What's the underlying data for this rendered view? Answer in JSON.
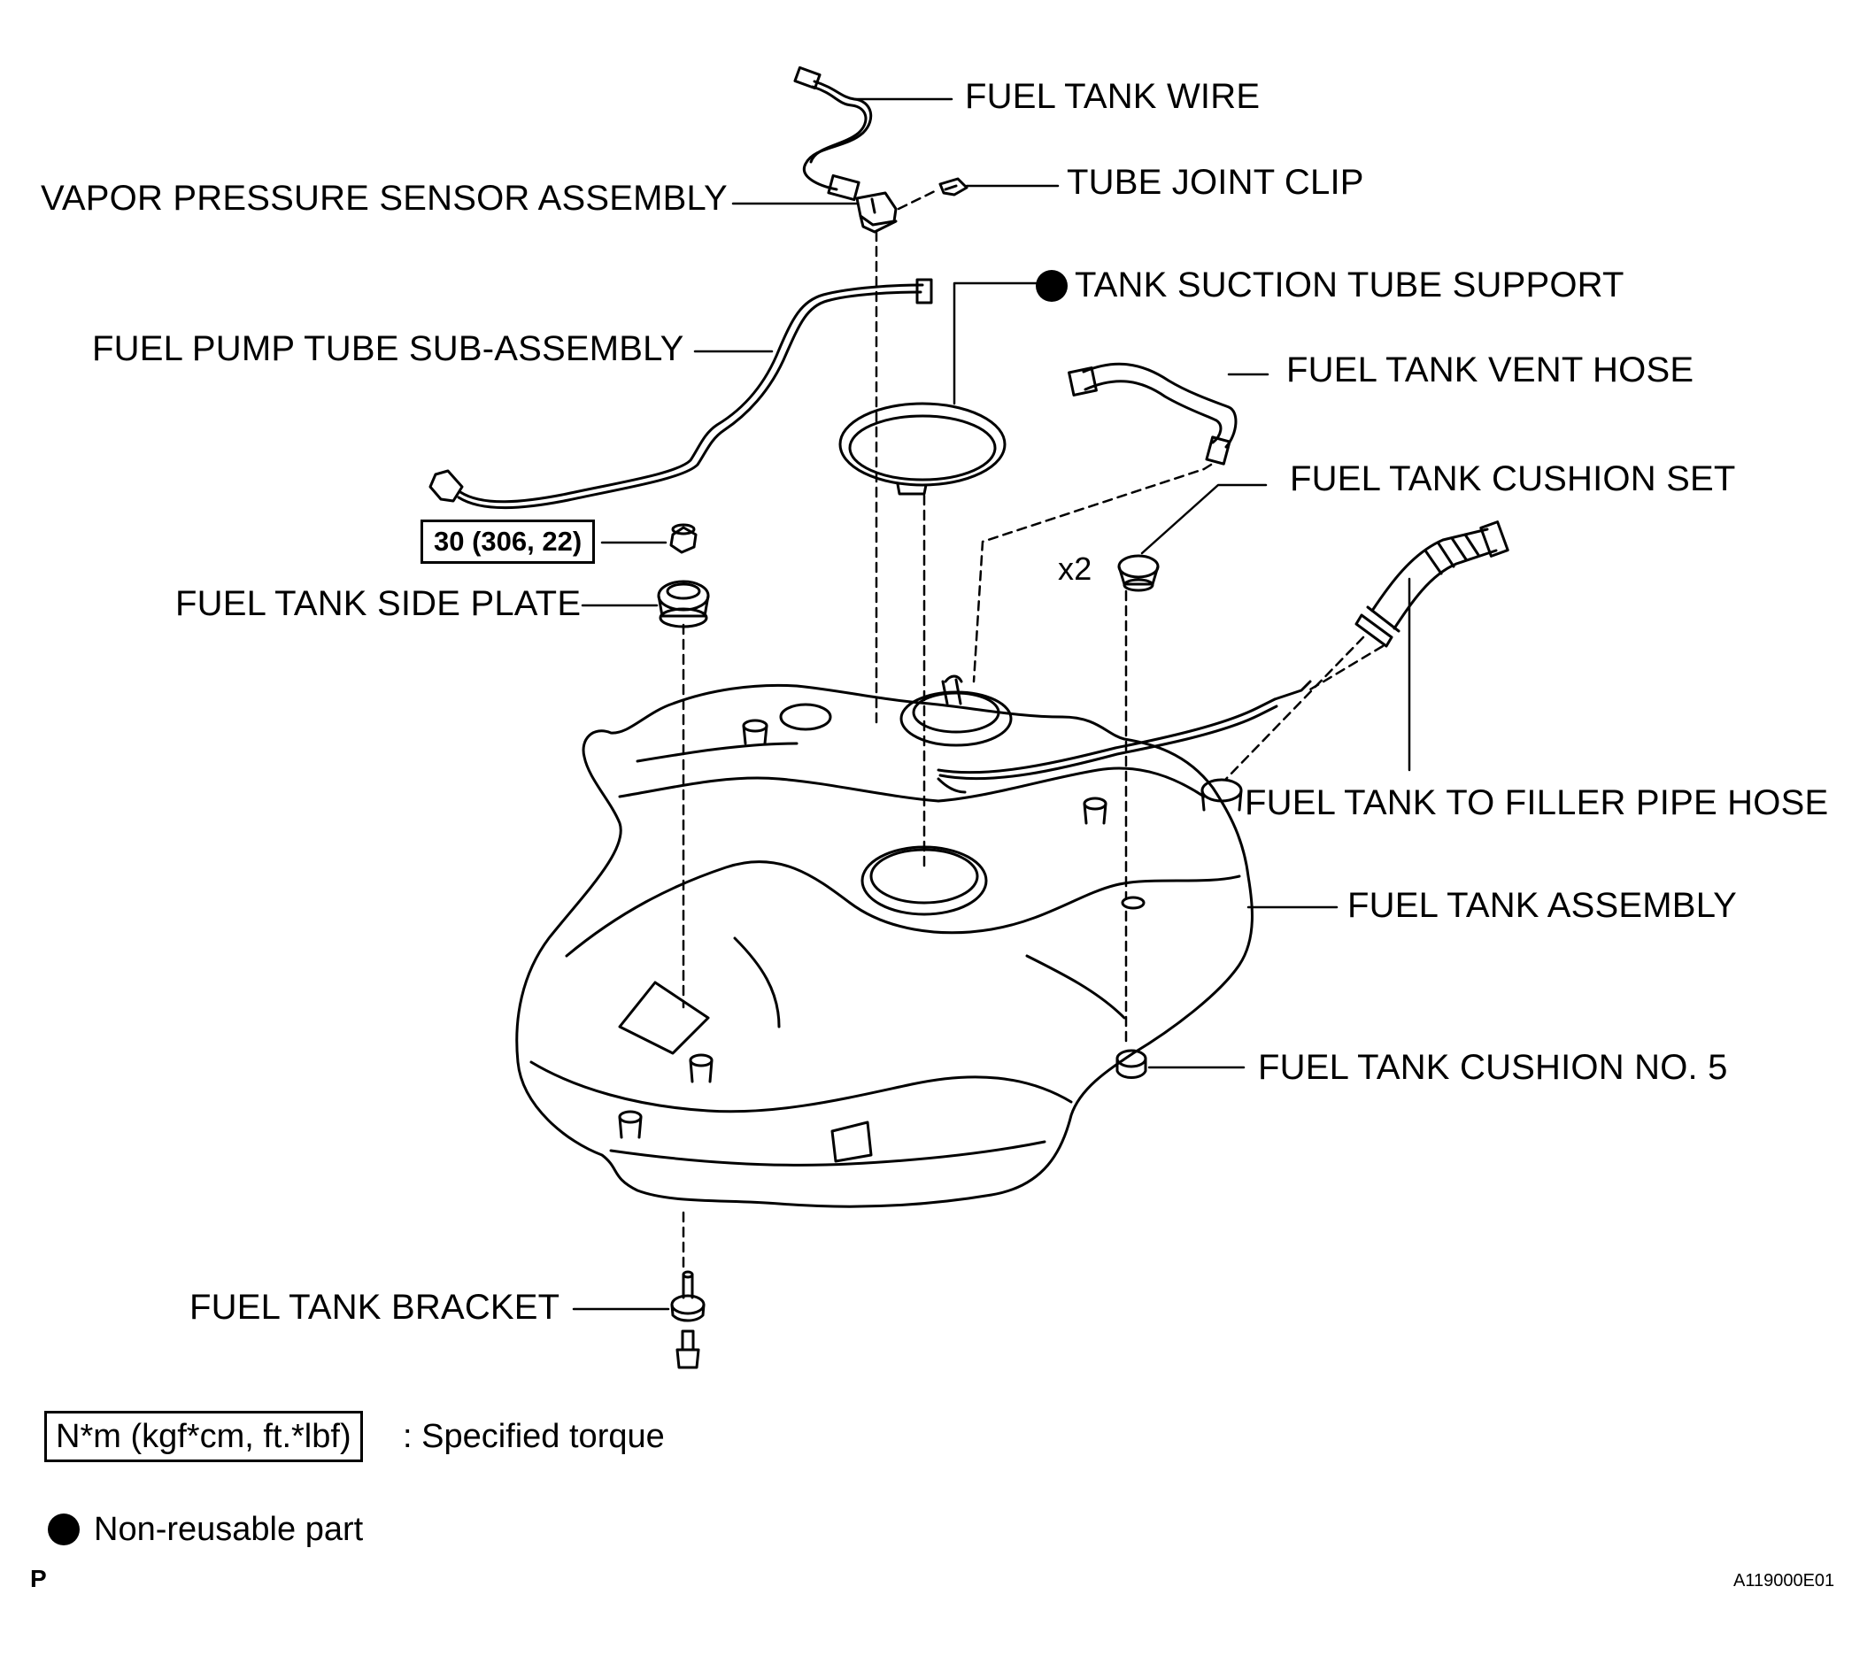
{
  "labels": {
    "fuel_tank_wire": "FUEL TANK WIRE",
    "tube_joint_clip": "TUBE JOINT CLIP",
    "vapor_pressure_sensor": "VAPOR PRESSURE SENSOR ASSEMBLY",
    "tank_suction_tube_support": "TANK SUCTION TUBE SUPPORT",
    "fuel_pump_tube": "FUEL PUMP TUBE SUB-ASSEMBLY",
    "fuel_tank_vent_hose": "FUEL TANK VENT HOSE",
    "fuel_tank_cushion_set": "FUEL TANK CUSHION SET",
    "cushion_qty": "x2",
    "torque_spec": "30 (306, 22)",
    "fuel_tank_side_plate": "FUEL TANK SIDE PLATE",
    "filler_pipe_hose": "FUEL TANK TO FILLER PIPE HOSE",
    "fuel_tank_assembly": "FUEL TANK ASSEMBLY",
    "fuel_tank_cushion_no5": "FUEL TANK CUSHION NO. 5",
    "fuel_tank_bracket": "FUEL TANK BRACKET"
  },
  "legend": {
    "torque_units": "N*m (kgf*cm, ft.*lbf)",
    "torque_desc": ": Specified torque",
    "nonreusable_desc": "Non-reusable part"
  },
  "footer": {
    "mark": "P",
    "figure_code": "A119000E01"
  }
}
